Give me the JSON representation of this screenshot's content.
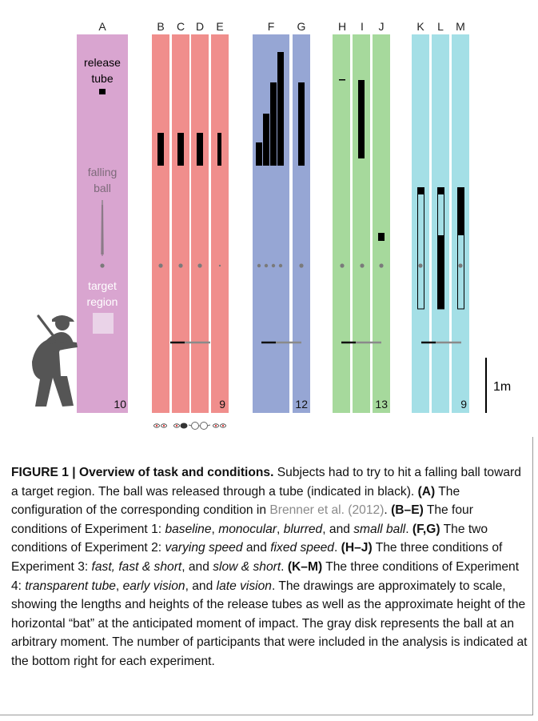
{
  "figure": {
    "panel_letters": [
      "A",
      "B",
      "C",
      "D",
      "E",
      "F",
      "G",
      "H",
      "I",
      "J",
      "K",
      "L",
      "M"
    ],
    "labels": {
      "release_tube_line1": "release",
      "release_tube_line2": "tube",
      "falling_ball_line1": "falling",
      "falling_ball_line2": "ball",
      "target_region_line1": "target",
      "target_region_line2": "region"
    },
    "participant_counts": {
      "A": "10",
      "E": "9",
      "G": "12",
      "J": "13",
      "M": "9"
    },
    "scale_bar_label": "1m",
    "icons": [
      "eye-pair-icon",
      "eye-patch-icon",
      "blurry-glasses-icon",
      "eye-pair-icon"
    ],
    "colors": {
      "condition_A": "#d9a5d0",
      "exp1": "#f08e8c",
      "exp2": "#96a6d4",
      "exp3": "#a6d99c",
      "exp4": "#a4dfe6",
      "tube": "#000000",
      "ball": "#808080",
      "bat_dark": "#111111",
      "bat_light": "#8a8a8a",
      "batter": "#555555",
      "target_region": "#ead3e8"
    }
  },
  "caption": {
    "figure_label": "FIGURE 1 | Overview of task and conditions.",
    "s1": " Subjects had to try to hit a falling ball toward a target region. The ball was released through a tube (indicated in black). ",
    "a_label": "(A)",
    "a_text": " The configuration of the corresponding condition in ",
    "ref": "Brenner et al. (2012)",
    "s2": ". ",
    "be_label": "(B–E)",
    "be_text": " The four conditions of Experiment 1: ",
    "c_baseline": "baseline",
    "comma1": ", ",
    "c_monocular": "monocular",
    "comma2": ", ",
    "c_blurred": "blurred",
    "and1": ", and ",
    "c_small": "small ball",
    "dot1": ". ",
    "fg_label": "(F,G)",
    "fg_text": " The two conditions of Experiment 2: ",
    "c_varying": "varying speed",
    "and2": " and ",
    "c_fixed": "fixed speed",
    "dot2": ". ",
    "hj_label": "(H–J)",
    "hj_text": " The three conditions of Experiment 3: ",
    "c_fast": "fast, fast & short",
    "and3": ", and ",
    "c_slow": "slow & short",
    "dot3": ". ",
    "km_label": "(K–M)",
    "km_text": " The three conditions of Experiment 4: ",
    "c_transparent": "transparent tube",
    "comma3": ", ",
    "c_early": "early vision",
    "and4": ", and ",
    "c_late": "late vision",
    "rest": ". The drawings are approximately to scale, showing the lengths and heights of the release tubes as well as the approximate height of the horizontal “bat” at the anticipated moment of impact. The gray disk represents the ball at an arbitrary moment. The number of participants that were included in the analysis is indicated at the bottom right for each experiment."
  }
}
